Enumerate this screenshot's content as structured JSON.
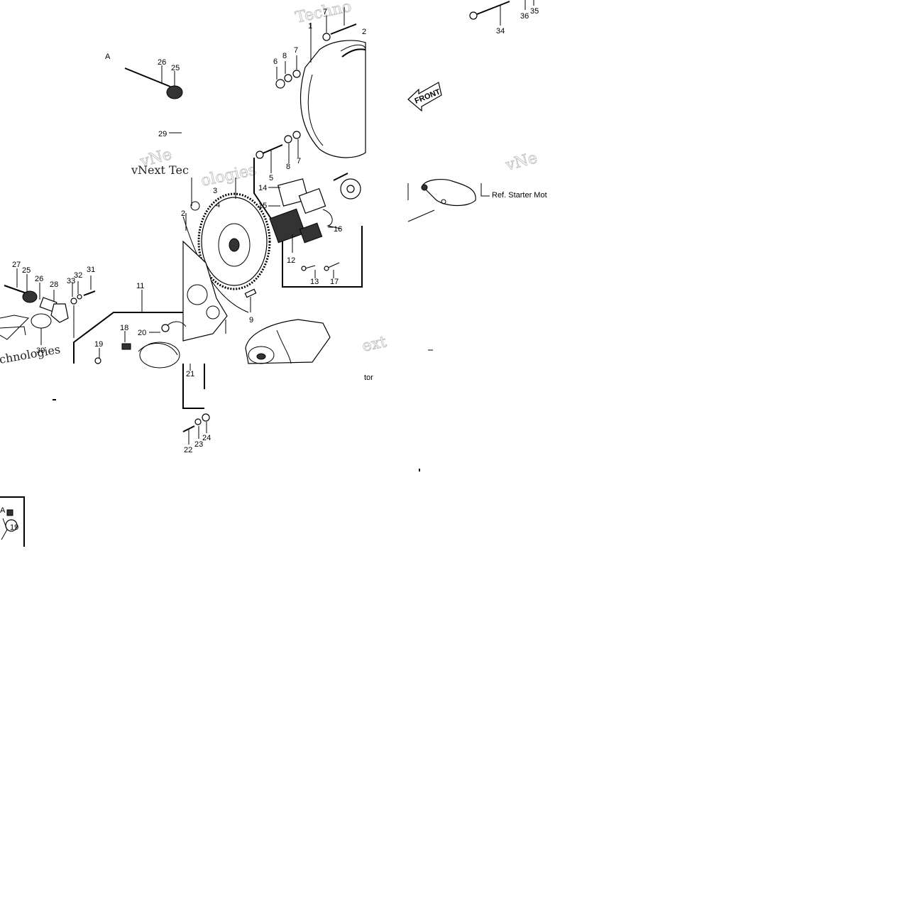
{
  "diagram": {
    "front_label": "FRONT",
    "ref_label": "Ref. Starter Mot",
    "motor_label": "tor",
    "watermarks": [
      "Techno",
      "vNe",
      "vNext Tec",
      "ologies",
      "ext",
      "chnologies",
      "vNe"
    ],
    "part_numbers": [
      {
        "id": "1",
        "text": "1"
      },
      {
        "id": "2",
        "text": "2"
      },
      {
        "id": "2b",
        "text": "2"
      },
      {
        "id": "3",
        "text": "3"
      },
      {
        "id": "4",
        "text": "4"
      },
      {
        "id": "5",
        "text": "5"
      },
      {
        "id": "6",
        "text": "6"
      },
      {
        "id": "7",
        "text": "7"
      },
      {
        "id": "7b",
        "text": "7"
      },
      {
        "id": "7c",
        "text": "7"
      },
      {
        "id": "8",
        "text": "8"
      },
      {
        "id": "8b",
        "text": "8"
      },
      {
        "id": "9",
        "text": "9"
      },
      {
        "id": "11",
        "text": "11"
      },
      {
        "id": "12",
        "text": "12"
      },
      {
        "id": "13",
        "text": "13"
      },
      {
        "id": "14",
        "text": "14"
      },
      {
        "id": "15",
        "text": "15"
      },
      {
        "id": "16",
        "text": "16"
      },
      {
        "id": "17",
        "text": "17"
      },
      {
        "id": "18",
        "text": "18"
      },
      {
        "id": "19",
        "text": "19"
      },
      {
        "id": "19b",
        "text": "19"
      },
      {
        "id": "20",
        "text": "20"
      },
      {
        "id": "21",
        "text": "21"
      },
      {
        "id": "22",
        "text": "22"
      },
      {
        "id": "23",
        "text": "23"
      },
      {
        "id": "24",
        "text": "24"
      },
      {
        "id": "25",
        "text": "25"
      },
      {
        "id": "25b",
        "text": "25"
      },
      {
        "id": "26",
        "text": "26"
      },
      {
        "id": "26b",
        "text": "26"
      },
      {
        "id": "27",
        "text": "27"
      },
      {
        "id": "28",
        "text": "28"
      },
      {
        "id": "29",
        "text": "29"
      },
      {
        "id": "30",
        "text": "30"
      },
      {
        "id": "31",
        "text": "31"
      },
      {
        "id": "32",
        "text": "32"
      },
      {
        "id": "33",
        "text": "33"
      },
      {
        "id": "34",
        "text": "34"
      },
      {
        "id": "35",
        "text": "35"
      },
      {
        "id": "36",
        "text": "36"
      },
      {
        "id": "A",
        "text": "A"
      },
      {
        "id": "Ab",
        "text": "A"
      }
    ]
  }
}
